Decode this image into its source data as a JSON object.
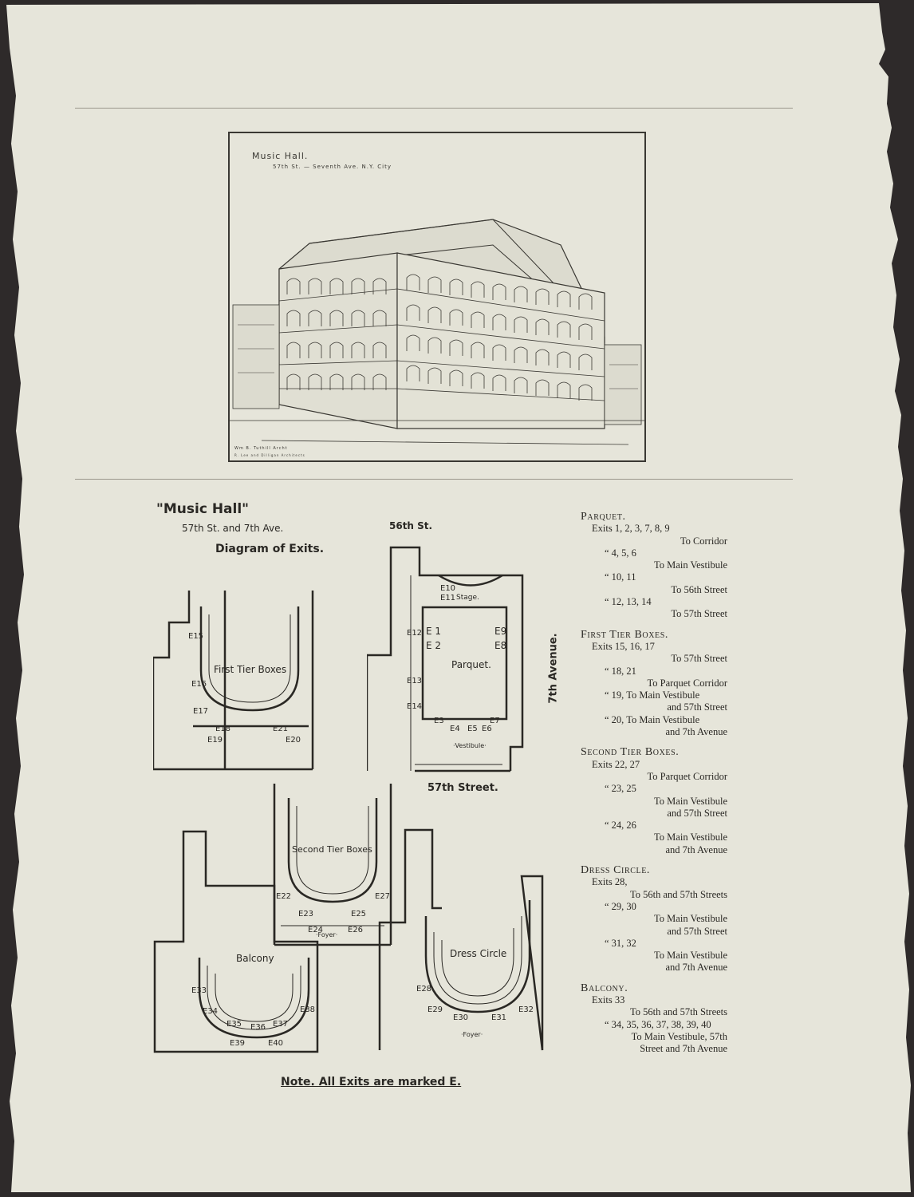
{
  "engraving": {
    "title": "Music Hall.",
    "subtitle": "57th St. — Seventh Ave. N.Y. City",
    "credit_1": "Wm B. Tuthill Archt",
    "credit_2": "R. Lee and Dilligan Architects"
  },
  "diagram": {
    "title": "\"Music Hall\"",
    "subtitle": "57th St. and 7th Ave.",
    "heading": "Diagram of Exits.",
    "street_56": "56th St.",
    "street_57": "57th Street.",
    "avenue_7": "7th Avenue.",
    "note": "Note. All Exits are marked E.",
    "plans": {
      "first_tier": "First Tier Boxes",
      "parquet": "Parquet.",
      "stage": "Stage.",
      "vestibule": "·Vestibule·",
      "second_tier": "Second Tier Boxes",
      "balcony": "Balcony",
      "dress_circle": "Dress Circle",
      "foyer": "·Foyer·"
    }
  },
  "legend": [
    {
      "heading": "Parquet.",
      "lines": [
        {
          "indent": "i1",
          "text": "Exits 1, 2, 3, 7, 8, 9"
        },
        {
          "indent": "r",
          "text": "To Corridor"
        },
        {
          "indent": "i2",
          "text": "“ 4, 5, 6"
        },
        {
          "indent": "r",
          "text": "To Main Vestibule"
        },
        {
          "indent": "i2",
          "text": "“ 10, 11"
        },
        {
          "indent": "r",
          "text": "To 56th Street"
        },
        {
          "indent": "i2",
          "text": "“ 12, 13, 14"
        },
        {
          "indent": "r",
          "text": "To 57th Street"
        }
      ]
    },
    {
      "heading": "First Tier Boxes.",
      "lines": [
        {
          "indent": "i1",
          "text": "Exits 15, 16, 17"
        },
        {
          "indent": "r",
          "text": "To 57th Street"
        },
        {
          "indent": "i2",
          "text": "“ 18, 21"
        },
        {
          "indent": "r",
          "text": "To Parquet Corridor"
        },
        {
          "indent": "i2",
          "text": "“ 19, To Main Vestibule"
        },
        {
          "indent": "r",
          "text": "and 57th Street"
        },
        {
          "indent": "i2",
          "text": "“ 20, To Main Vestibule"
        },
        {
          "indent": "r",
          "text": "and 7th Avenue"
        }
      ]
    },
    {
      "heading": "Second Tier Boxes.",
      "lines": [
        {
          "indent": "i1",
          "text": "Exits 22, 27"
        },
        {
          "indent": "r",
          "text": "To Parquet Corridor"
        },
        {
          "indent": "i2",
          "text": "“ 23, 25"
        },
        {
          "indent": "r",
          "text": "To Main Vestibule"
        },
        {
          "indent": "r",
          "text": "and 57th Street"
        },
        {
          "indent": "i2",
          "text": "“ 24, 26"
        },
        {
          "indent": "r",
          "text": "To Main Vestibule"
        },
        {
          "indent": "r",
          "text": "and 7th Avenue"
        }
      ]
    },
    {
      "heading": "Dress Circle.",
      "lines": [
        {
          "indent": "i1",
          "text": "Exits 28,"
        },
        {
          "indent": "r",
          "text": "To 56th and 57th Streets"
        },
        {
          "indent": "i2",
          "text": "“ 29, 30"
        },
        {
          "indent": "r",
          "text": "To Main Vestibule"
        },
        {
          "indent": "r",
          "text": "and 57th Street"
        },
        {
          "indent": "i2",
          "text": "“ 31, 32"
        },
        {
          "indent": "r",
          "text": "To Main Vestibule"
        },
        {
          "indent": "r",
          "text": "and 7th Avenue"
        }
      ]
    },
    {
      "heading": "Balcony.",
      "lines": [
        {
          "indent": "i1",
          "text": "Exits 33"
        },
        {
          "indent": "r",
          "text": "To 56th and 57th Streets"
        },
        {
          "indent": "i2",
          "text": "“ 34, 35, 36, 37, 38, 39, 40"
        },
        {
          "indent": "r",
          "text": "To Main Vestibule, 57th"
        },
        {
          "indent": "r",
          "text": "Street and 7th Avenue"
        }
      ]
    }
  ],
  "exits": {
    "e1": "E 1",
    "e2": "E 2",
    "e3": "E3",
    "e4": "E4",
    "e5": "E5",
    "e6": "E6",
    "e7": "E7",
    "e8": "E8",
    "e9": "E9",
    "e10": "E10",
    "e11": "E11",
    "e12": "E12",
    "e13": "E13",
    "e14": "E14",
    "e15": "E15",
    "e16": "E16",
    "e17": "E17",
    "e18": "E18",
    "e19": "E19",
    "e20": "E20",
    "e21": "E21",
    "e22": "E22",
    "e23": "E23",
    "e24": "E24",
    "e25": "E25",
    "e26": "E26",
    "e27": "E27",
    "e28": "E28",
    "e29": "E29",
    "e30": "E30",
    "e31": "E31",
    "e32": "E32",
    "e33": "E33",
    "e34": "E34",
    "e35": "E35",
    "e36": "E36",
    "e37": "E37",
    "e38": "E38",
    "e39": "E39",
    "e40": "E40"
  },
  "colors": {
    "paper": "#e6e5da",
    "ink": "#2a2824",
    "background": "#2e2a2a"
  }
}
